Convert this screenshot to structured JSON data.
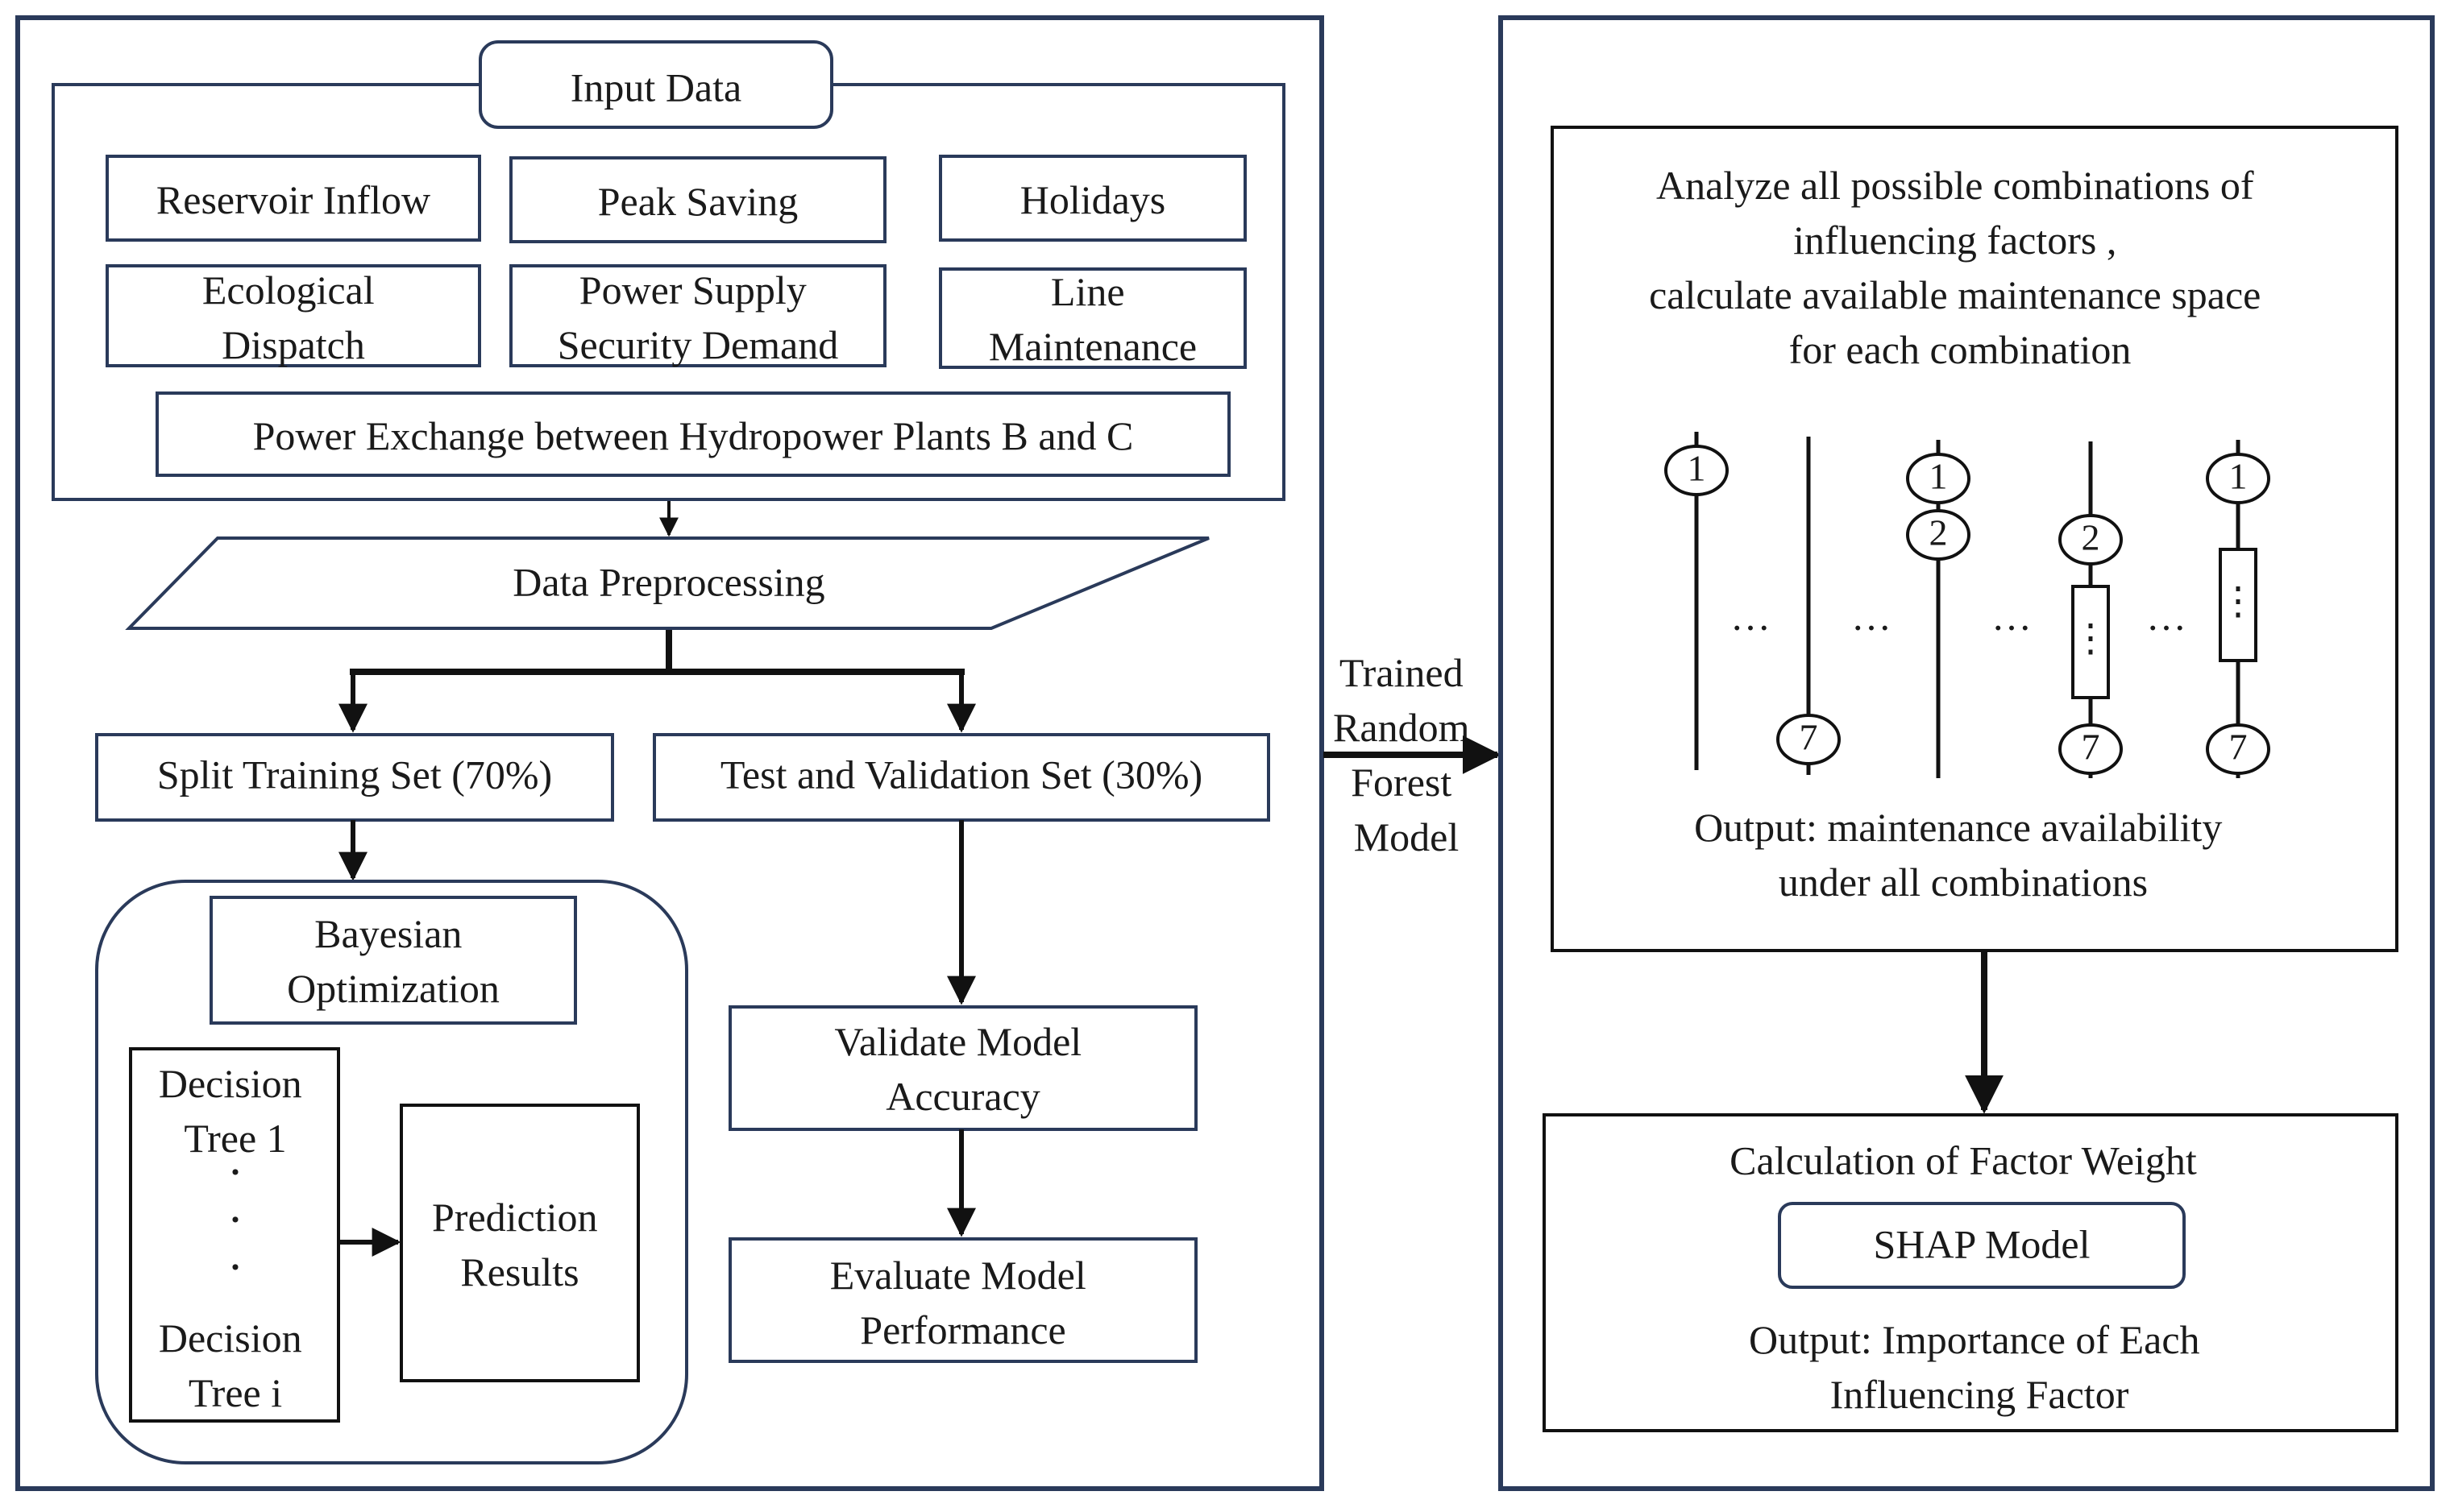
{
  "left_panel": {
    "input_data": {
      "title": "Input Data",
      "factors": {
        "reservoir_inflow": [
          "Reservoir Inflow"
        ],
        "peak_saving": [
          "Peak Saving"
        ],
        "holidays": [
          "Holidays"
        ],
        "ecological_dispatch": [
          "Ecological",
          "Dispatch"
        ],
        "power_supply": [
          "Power Supply",
          "Security Demand"
        ],
        "line_maintenance": [
          "Line",
          "Maintenance"
        ],
        "power_exchange": [
          "Power Exchange between Hydropower Plants B and C"
        ]
      }
    },
    "preprocessing": "Data Preprocessing",
    "split_training": "Split Training Set (70%)",
    "test_validation": "Test and Validation Set (30%)",
    "bayesian": [
      "Bayesian",
      "Optimization"
    ],
    "trees": {
      "first": [
        "Decision",
        "Tree 1"
      ],
      "dots": "·",
      "last": [
        "Decision",
        "Tree i"
      ]
    },
    "prediction": [
      "Prediction",
      "Results"
    ],
    "validate": [
      "Validate Model",
      "Accuracy"
    ],
    "evaluate": [
      "Evaluate Model",
      "Performance"
    ]
  },
  "connector_label": [
    "Trained",
    "Random",
    "Forest",
    "Model"
  ],
  "right_panel": {
    "analysis_text": [
      "Analyze all possible combinations of",
      "influencing factors ,",
      "calculate available maintenance space",
      "for each combination"
    ],
    "combo_nodes": {
      "one": "1",
      "two": "2",
      "seven": "7",
      "ellipsis": "…",
      "vdots": "⋮"
    },
    "combo_output": [
      "Output: maintenance availability",
      "under all combinations"
    ],
    "factor_weight_title": "Calculation of Factor Weight",
    "shap_model": "SHAP Model",
    "importance_output": [
      "Output: Importance of Each",
      "Influencing Factor"
    ]
  }
}
